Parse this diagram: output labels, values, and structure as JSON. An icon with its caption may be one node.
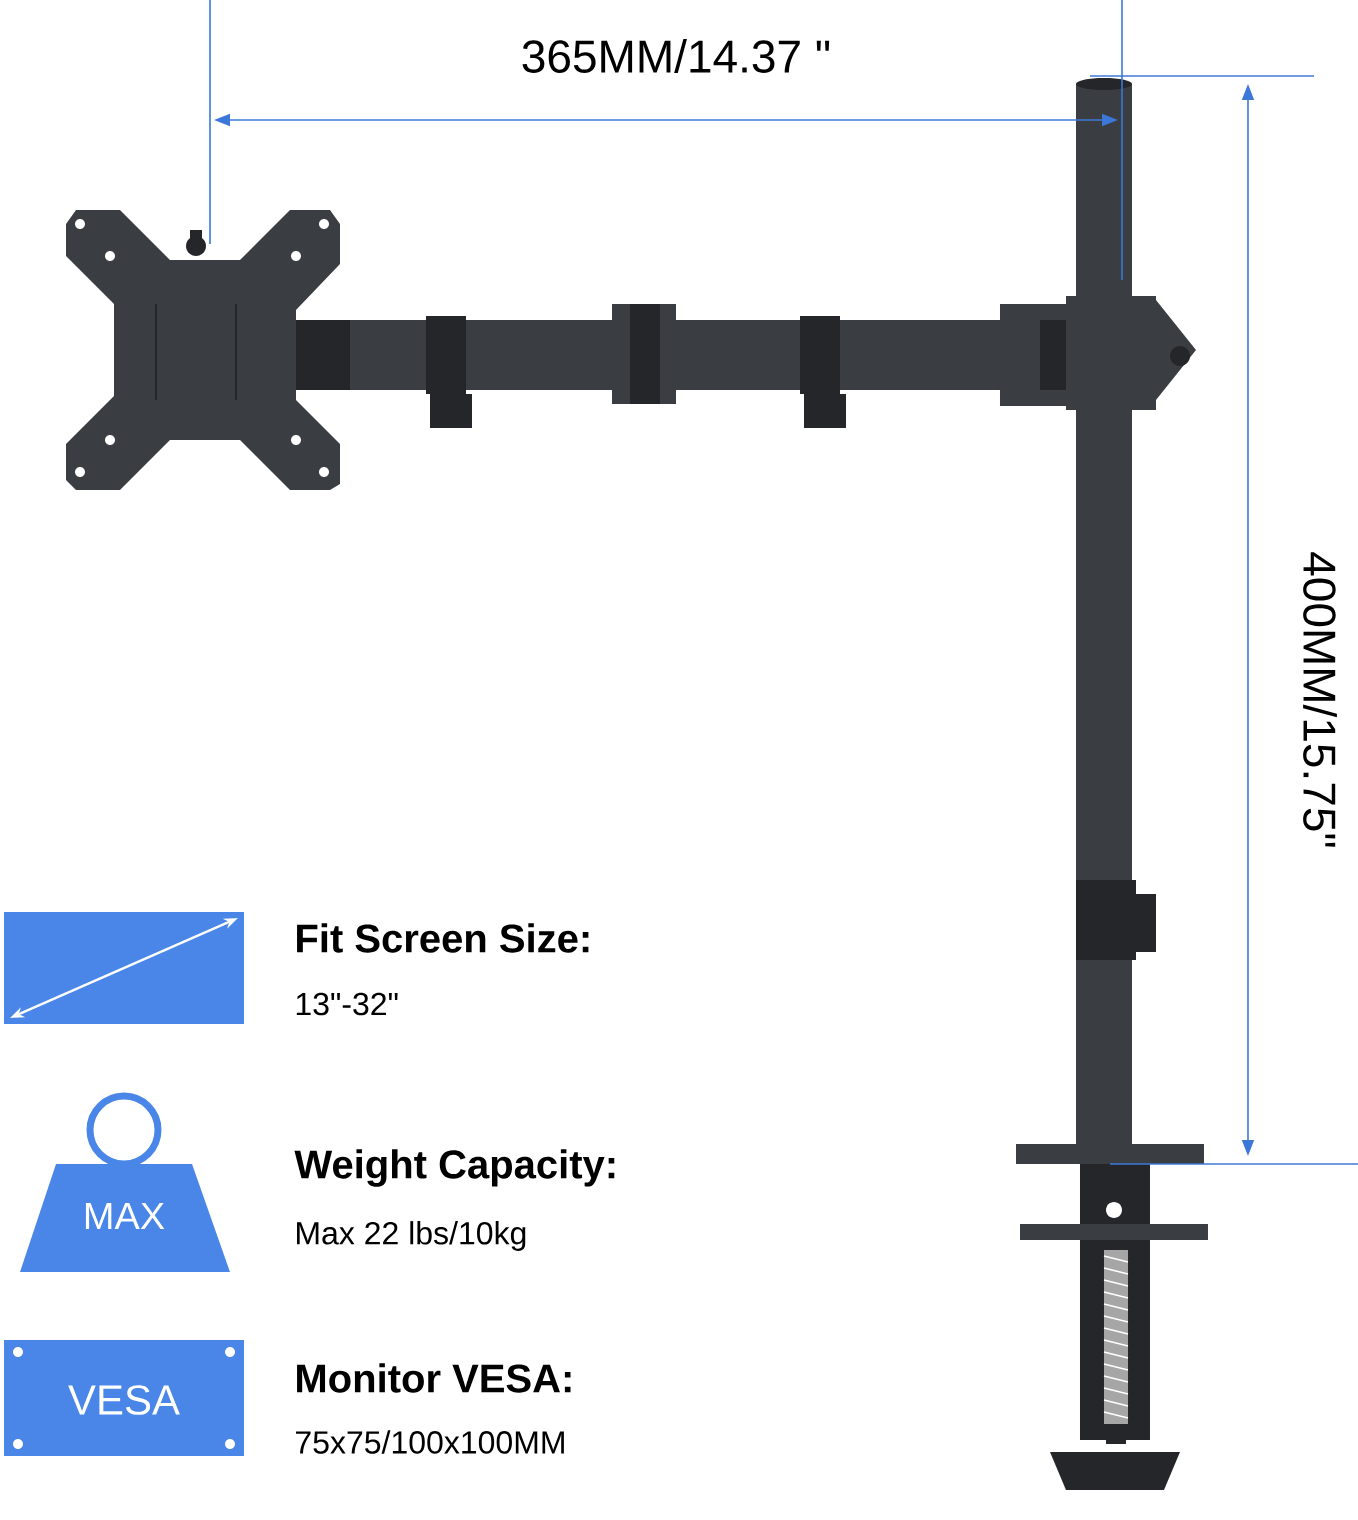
{
  "diagram": {
    "nodes": [
      {
        "text": [
          "MAX"
        ]
      },
      {
        "text": [
          "VESA"
        ]
      }
    ],
    "labels": [
      "365MM/14.37 \"",
      "400MM/15.75\"",
      "Fit Screen Size:",
      "13\"-32\"",
      "Weight Capacity:",
      "Max 22 lbs/10kg",
      "Monitor VESA:",
      "75x75/100x100MM"
    ]
  }
}
